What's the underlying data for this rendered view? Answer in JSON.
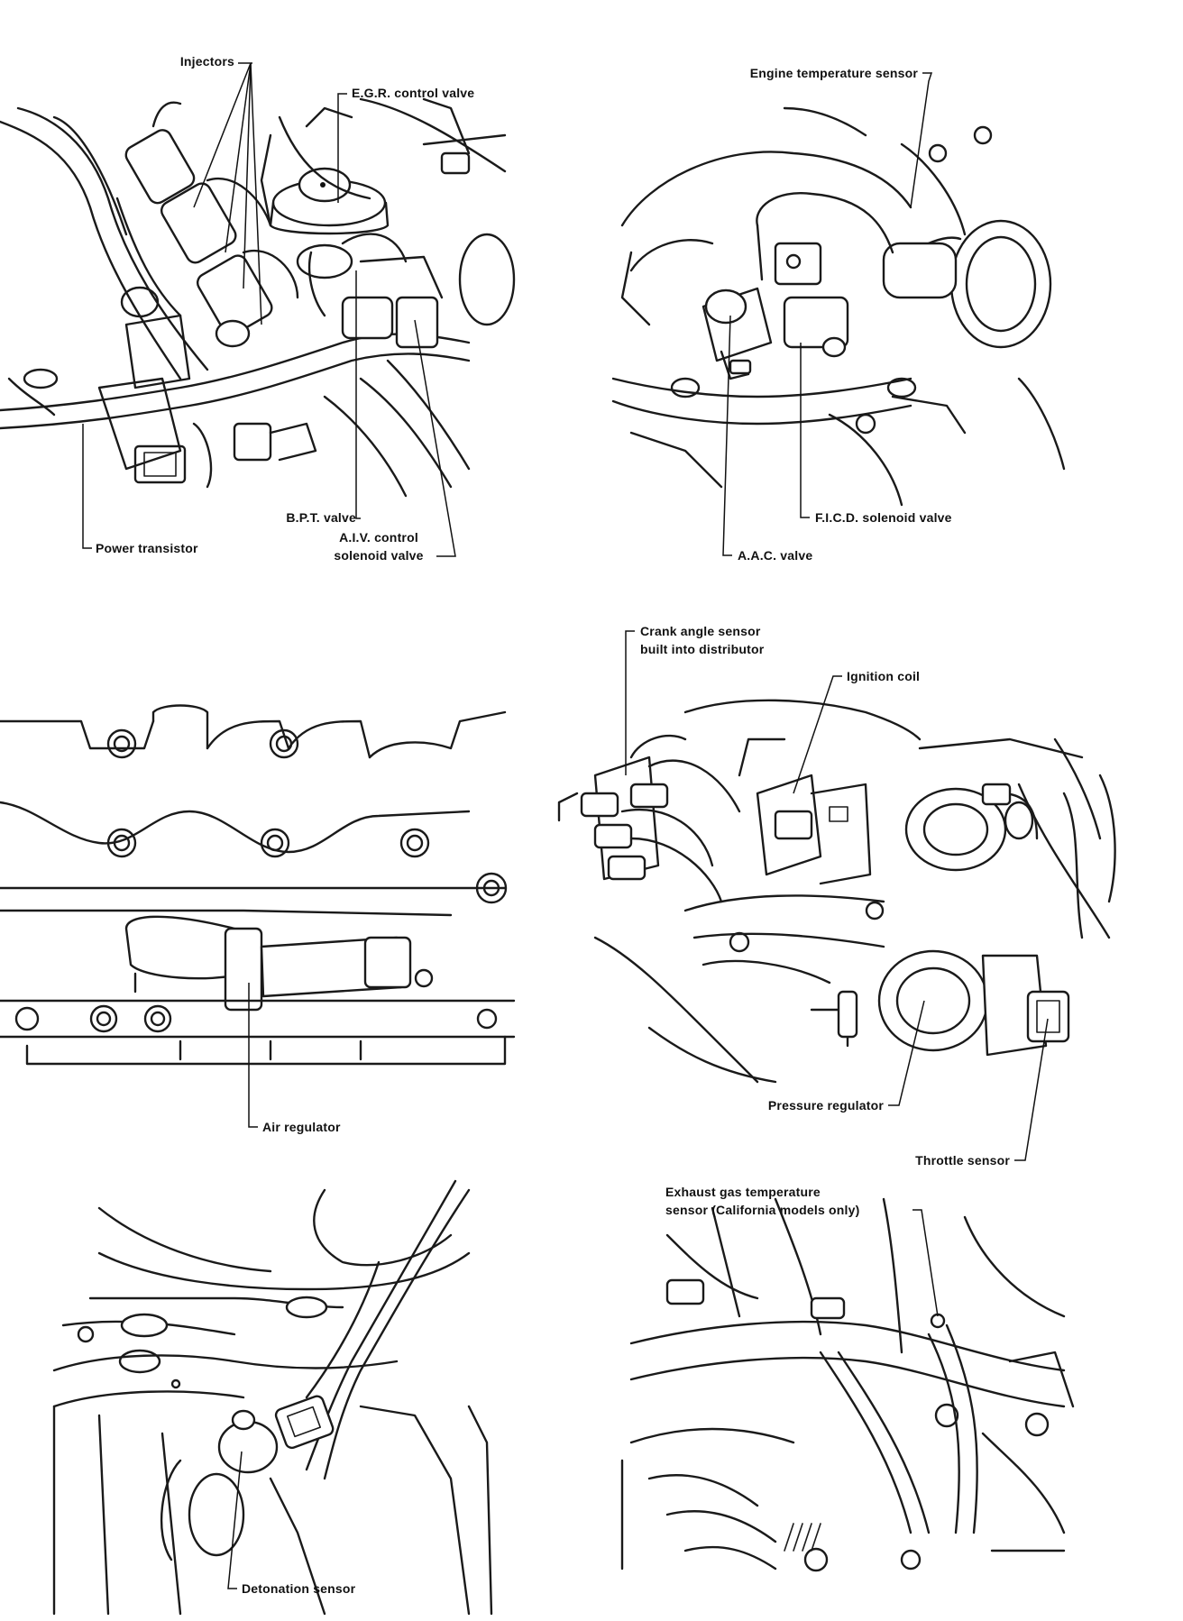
{
  "panels": [
    {
      "id": "injectors-egr",
      "labels": {
        "injectors": "Injectors",
        "egr_control_valve": "E.G.R. control valve",
        "bpt_valve": "B.P.T. valve",
        "aiv_control_solenoid_valve_l1": "A.I.V. control",
        "aiv_control_solenoid_valve_l2": "solenoid valve",
        "power_transistor": "Power transistor"
      }
    },
    {
      "id": "engine-temp-aac",
      "labels": {
        "engine_temperature_sensor": "Engine temperature sensor",
        "ficd_solenoid_valve": "F.I.C.D. solenoid valve",
        "aac_valve": "A.A.C. valve"
      }
    },
    {
      "id": "air-regulator",
      "labels": {
        "air_regulator": "Air regulator"
      }
    },
    {
      "id": "distributor-throttle",
      "labels": {
        "crank_angle_sensor_l1": "Crank angle sensor",
        "crank_angle_sensor_l2": "built into distributor",
        "ignition_coil": "Ignition coil",
        "pressure_regulator": "Pressure regulator",
        "throttle_sensor": "Throttle sensor"
      }
    },
    {
      "id": "detonation",
      "labels": {
        "detonation_sensor": "Detonation sensor"
      }
    },
    {
      "id": "exhaust-gas-temp",
      "labels": {
        "exhaust_gas_temp_l1": "Exhaust gas temperature",
        "exhaust_gas_temp_l2": "sensor (California models only)"
      }
    }
  ]
}
